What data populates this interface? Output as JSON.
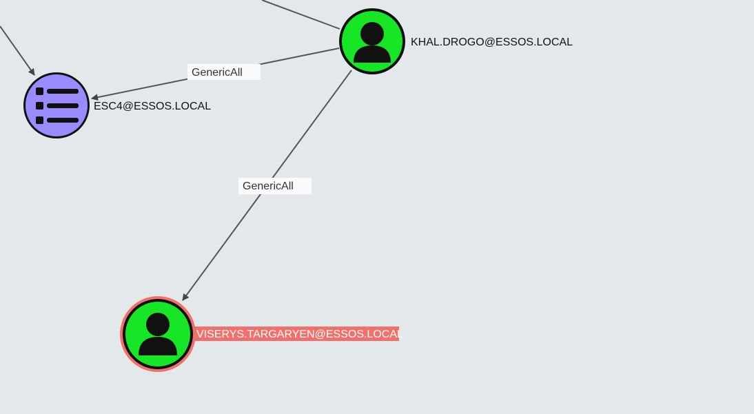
{
  "graph": {
    "nodes": {
      "khal_drogo": {
        "label": "KHAL.DROGO@ESSOS.LOCAL",
        "type": "user",
        "icon": "user-icon",
        "color": "#17e626"
      },
      "esc4": {
        "label": "ESC4@ESSOS.LOCAL",
        "type": "certificate-template",
        "icon": "list-icon",
        "color": "#9a8cff"
      },
      "viserys": {
        "label": "VISERYS.TARGARYEN@ESSOS.LOCAL",
        "type": "user",
        "icon": "user-icon",
        "color": "#17e626",
        "selected": true,
        "highlight_color": "#f2706b"
      }
    },
    "edges": {
      "drogo_to_esc4": {
        "label": "GenericAll"
      },
      "drogo_to_viserys": {
        "label": "GenericAll"
      }
    },
    "colors": {
      "background": "#e3e8eb",
      "edge": "#555555",
      "edge_label_bg": "#fafafa",
      "node_border": "#111111"
    }
  }
}
